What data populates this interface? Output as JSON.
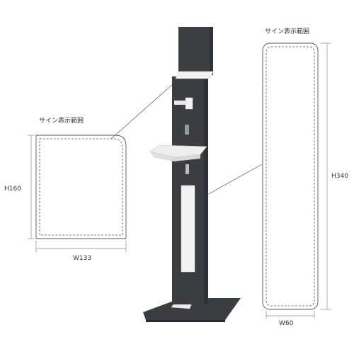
{
  "labels": {
    "sign_range_left": "サイン表示範囲",
    "sign_range_right": "サイン表示範囲",
    "height_left": "H160",
    "width_left": "W133",
    "height_right": "H340",
    "width_right": "W60"
  },
  "colors": {
    "stand_body": "#3a3d42",
    "stand_shadow": "#2f3136",
    "tray": "#eeeeee",
    "sign_panel": "#f2f2f2",
    "dashed_outline": "#555555",
    "leader_line": "#555555",
    "dimension_line": "#888888"
  }
}
